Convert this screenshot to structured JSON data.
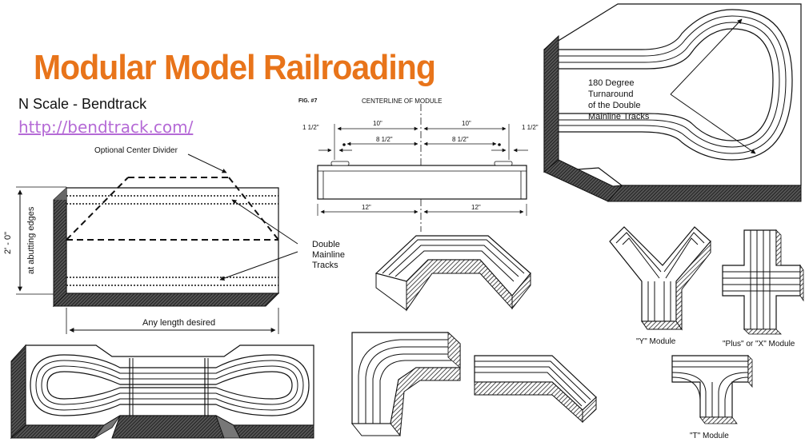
{
  "title": "Modular Model Railroading",
  "subtitle": "N Scale - Bendtrack",
  "link": "http://bendtrack.com/",
  "labels": {
    "optional_divider": "Optional Center Divider",
    "height_a": "2' - 0\"",
    "height_b": "at abutting edges",
    "double_mainline_1": "Double",
    "double_mainline_2": "Mainline",
    "double_mainline_3": "Tracks",
    "any_length": "Any length desired",
    "fig": "FIG. #7",
    "centerline": "CENTERLINE OF MODULE",
    "dim_1_5_left": "1 1/2\"",
    "dim_10_left": "10\"",
    "dim_8_5_left": "8 1/2\"",
    "dim_10_right": "10\"",
    "dim_8_5_right": "8 1/2\"",
    "dim_1_5_right": "1 1/2\"",
    "dim_12_left": "12\"",
    "dim_12_right": "12\"",
    "turnaround_1": "180 Degree",
    "turnaround_2": "Turnaround",
    "turnaround_3": "of the Double",
    "turnaround_4": "Mainline Tracks",
    "y_module": "\"Y\" Module",
    "plus_module": "\"Plus\" or \"X\" Module",
    "t_module": "\"T\" Module"
  },
  "colors": {
    "title": "#e8741a",
    "link": "#b56ad6"
  }
}
